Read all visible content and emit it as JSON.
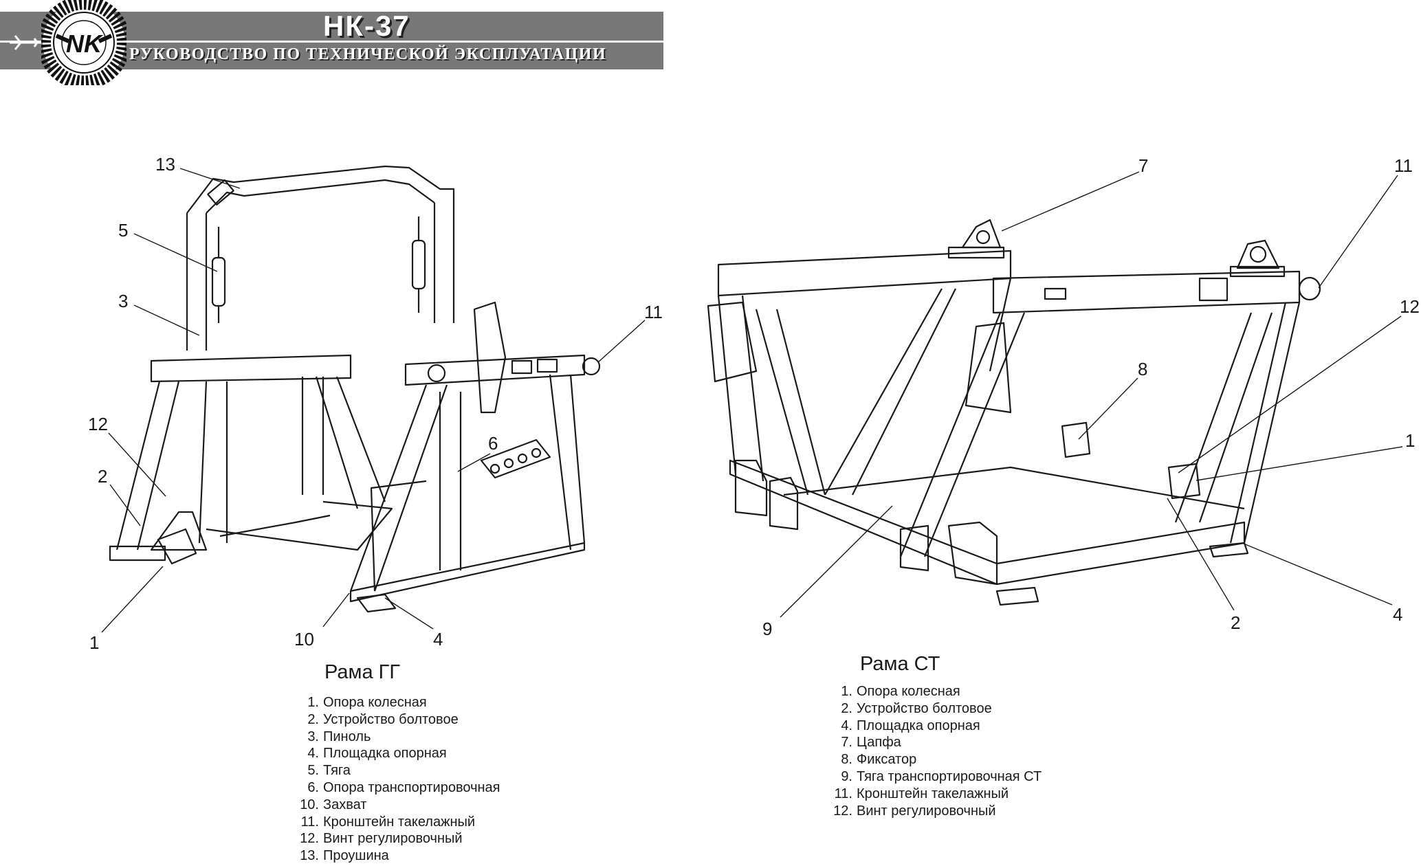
{
  "header": {
    "title": "НК-37",
    "subtitle": "РУКОВОДСТВО ПО ТЕХНИЧЕСКОЙ ЭКСПЛУАТАЦИИ",
    "logo_letters": "NK",
    "band_color": "#787878"
  },
  "frames": [
    {
      "title": "Рама ГГ",
      "callouts": [
        "13",
        "5",
        "3",
        "11",
        "12",
        "2",
        "6",
        "1",
        "10",
        "4"
      ],
      "legend": [
        {
          "num": "1.",
          "label": "Опора колесная"
        },
        {
          "num": "2.",
          "label": "Устройство болтовое"
        },
        {
          "num": "3.",
          "label": "Пиноль"
        },
        {
          "num": "4.",
          "label": "Площадка опорная"
        },
        {
          "num": "5.",
          "label": "Тяга"
        },
        {
          "num": "6.",
          "label": "Опора транспортировочная"
        },
        {
          "num": "10.",
          "label": "Захват"
        },
        {
          "num": "11.",
          "label": "Кронштейн такелажный"
        },
        {
          "num": "12.",
          "label": "Винт регулировочный"
        },
        {
          "num": "13.",
          "label": "Проушина"
        }
      ]
    },
    {
      "title": "Рама СТ",
      "callouts": [
        "7",
        "11",
        "12",
        "8",
        "1",
        "9",
        "2",
        "4"
      ],
      "legend": [
        {
          "num": "1.",
          "label": "Опора колесная"
        },
        {
          "num": "2.",
          "label": "Устройство болтовое"
        },
        {
          "num": "4.",
          "label": "Площадка опорная"
        },
        {
          "num": "7.",
          "label": "Цапфа"
        },
        {
          "num": "8.",
          "label": "Фиксатор"
        },
        {
          "num": "9.",
          "label": "Тяга транспортировочная СТ"
        },
        {
          "num": "11.",
          "label": "Кронштейн такелажный"
        },
        {
          "num": "12.",
          "label": "Винт регулировочный"
        }
      ]
    }
  ]
}
